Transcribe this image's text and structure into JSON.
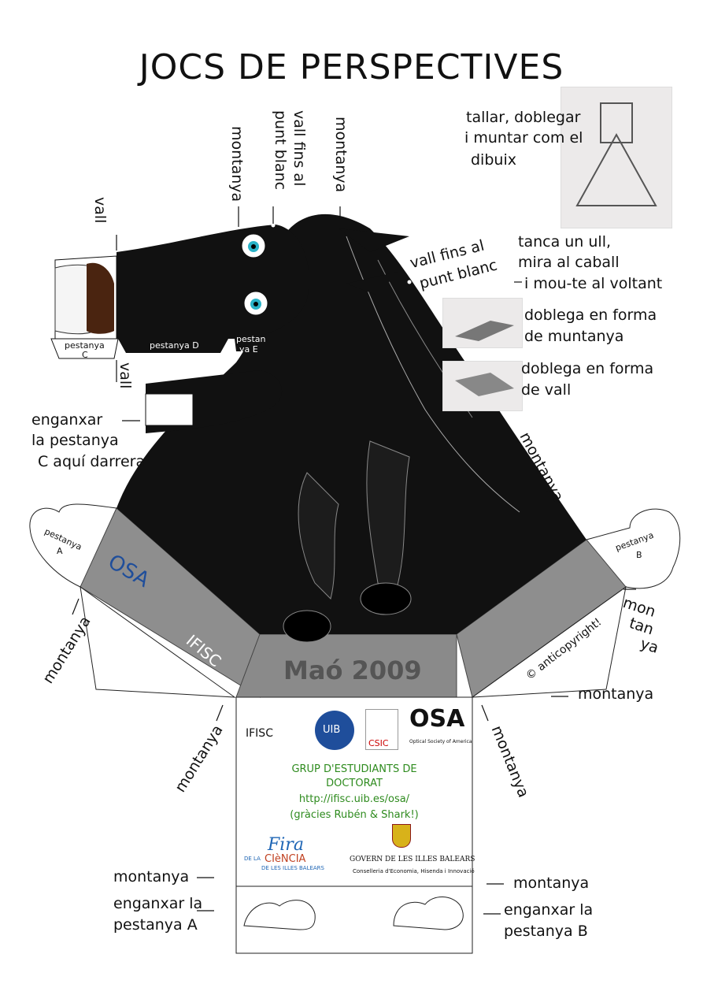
{
  "title": "JOCS DE PERSPECTIVES",
  "labels": {
    "vall_top": "vall",
    "montanya_a": "montanya",
    "vall_fins_top": "vall fins al\npunt blanc",
    "montanya_b": "montanya",
    "tallar": "tallar, doblegar",
    "muntar": "i muntar com el",
    "dibuix": "dibuix",
    "tanca": "tanca un ull,",
    "mira": "mira al caball",
    "moute": "i mou-te al voltant",
    "vall_fins_diag_1": "vall fins al",
    "vall_fins_diag_2": "punt blanc",
    "doblega_m_1": "doblega en forma",
    "doblega_m_2": "de muntanya",
    "doblega_v_1": "doblega en forma",
    "doblega_v_2": "de vall",
    "pestanya_c_1": "pestanya",
    "pestanya_c_2": "C",
    "pestanya_d": "pestanya D",
    "pestanya_e_1": "pestan",
    "pestanya_e_2": "ya E",
    "vall_jaw": "vall",
    "enganxar_c_1": "enganxar",
    "enganxar_c_2": "la pestanya",
    "enganxar_c_3": "C aquí darrera",
    "montanya_mane": "montanya",
    "pestanya_a_1": "pestanya",
    "pestanya_a_2": "A",
    "pestanya_b_1": "pestanya",
    "pestanya_b_2": "B",
    "montanya_left": "montanya",
    "mon": "mon",
    "tan": "tan",
    "ya": "ya",
    "anticopyright": "© anticopyright!",
    "montanya_right": "montanya",
    "mao": "Maó 2009",
    "montanya_bl": "montanya",
    "montanya_br": "montanya",
    "montanya_low_l": "montanya",
    "montanya_low_r": "montanya",
    "enganxar_a_1": "enganxar la",
    "enganxar_a_2": "pestanya A",
    "enganxar_b_1": "enganxar la",
    "enganxar_b_2": "pestanya B",
    "osa_left": "OSA",
    "ifisc_left": "IFISC"
  },
  "panel": {
    "ifisc": "IFISC",
    "uib": "UIB",
    "csic": "CSIC",
    "osa": "OSA",
    "osa_sub": "Optical Society of America",
    "grup_1": "GRUP D'ESTUDIANTS DE",
    "grup_2": "DOCTORAT",
    "url": "http://ifisc.uib.es/osa/",
    "gracies": "(gràcies Rubén & Shark!)",
    "fira": "Fira",
    "de_la": "DE LA",
    "ciencia": "CIèNCIA",
    "illes": "DE LES ILLES BALEARS",
    "govern": "GOVERN DE LES ILLES BALEARS",
    "conselleria": "Conselleria d'Economia, Hisenda i Innovació"
  },
  "colors": {
    "horse": "#111111",
    "stone": "#8d8d8d",
    "eye": "#2ab3c8",
    "green_text": "#2e8b1e",
    "uib_blue": "#1f4e9b",
    "fira_blue": "#1f66b5"
  }
}
